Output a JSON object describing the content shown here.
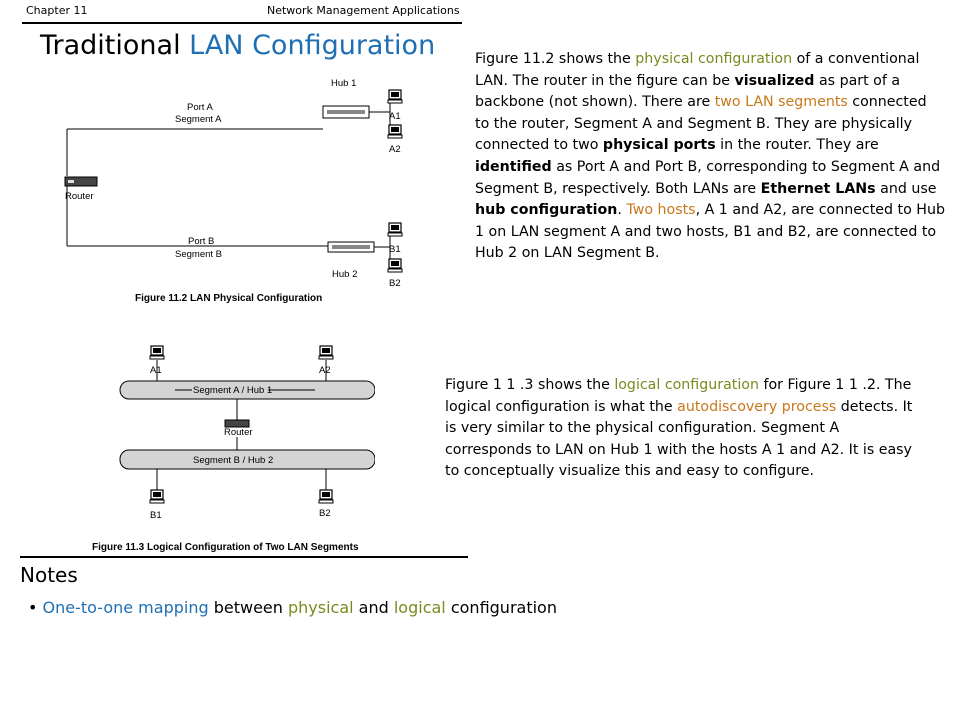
{
  "header": {
    "chapter": "Chapter 11",
    "title": "Network Management Applications"
  },
  "slide": {
    "title_part1": "Traditional ",
    "title_part2": "LAN Configuration"
  },
  "figure1": {
    "hub1": "Hub 1",
    "hub2": "Hub 2",
    "port_a": "Port A",
    "segment_a": "Segment A",
    "port_b": "Port B",
    "segment_b": "Segment B",
    "router": "Router",
    "a1": "A1",
    "a2": "A2",
    "b1": "B1",
    "b2": "B2",
    "caption": "Figure 11.2  LAN Physical Configuration"
  },
  "figure2": {
    "a1": "A1",
    "a2": "A2",
    "b1": "B1",
    "b2": "B2",
    "segment_a_hub1": "Segment A / Hub 1",
    "segment_b_hub2": "Segment B / Hub 2",
    "router": "Router",
    "caption": "Figure 11.3  Logical Configuration of Two LAN Segments"
  },
  "para1": {
    "t1": "Figure 11.2 shows the ",
    "h1": "physical configuration",
    "t2": " of a conventional LAN. The router in the figure can be ",
    "h2": "visualized",
    "t3": " as part of a backbone (not shown). There are ",
    "h3": "two LAN segments",
    "t4": " connected to the router, Segment A and Segment B. They are physically connected to two ",
    "h4": "physical ports",
    "t5": " in the router. They are ",
    "h5": "identified",
    "t6": " as Port A and Port B, corresponding to Segment A and Segment B, respectively. Both LANs are ",
    "h6": "Ethernet LANs",
    "t7": " and use ",
    "h7": "hub configuration",
    "t8": ". ",
    "h8": "Two hosts",
    "t9": ", A 1 and A2, are connected to Hub 1 on LAN segment A and two hosts, B1 and B2, are connected to Hub 2 on LAN Segment B."
  },
  "para2": {
    "t1": "Figure 1 1 .3 shows the ",
    "h1": "logical configuration",
    "t2": " for Figure 1 1 .2. The logical configuration is what the ",
    "h2": "autodiscovery process",
    "t3": " detects. It is very similar to the physical configuration. Segment A corresponds to LAN on Hub 1 with the hosts A 1 and A2. It is easy to conceptually visualize this and easy to configure."
  },
  "notes": {
    "heading": "Notes",
    "bullet_marker": "• ",
    "b1": "One-to-one mapping",
    "b2": " between ",
    "b3": "physical",
    "b4": " and ",
    "b5": "logical",
    "b6": " configuration"
  }
}
